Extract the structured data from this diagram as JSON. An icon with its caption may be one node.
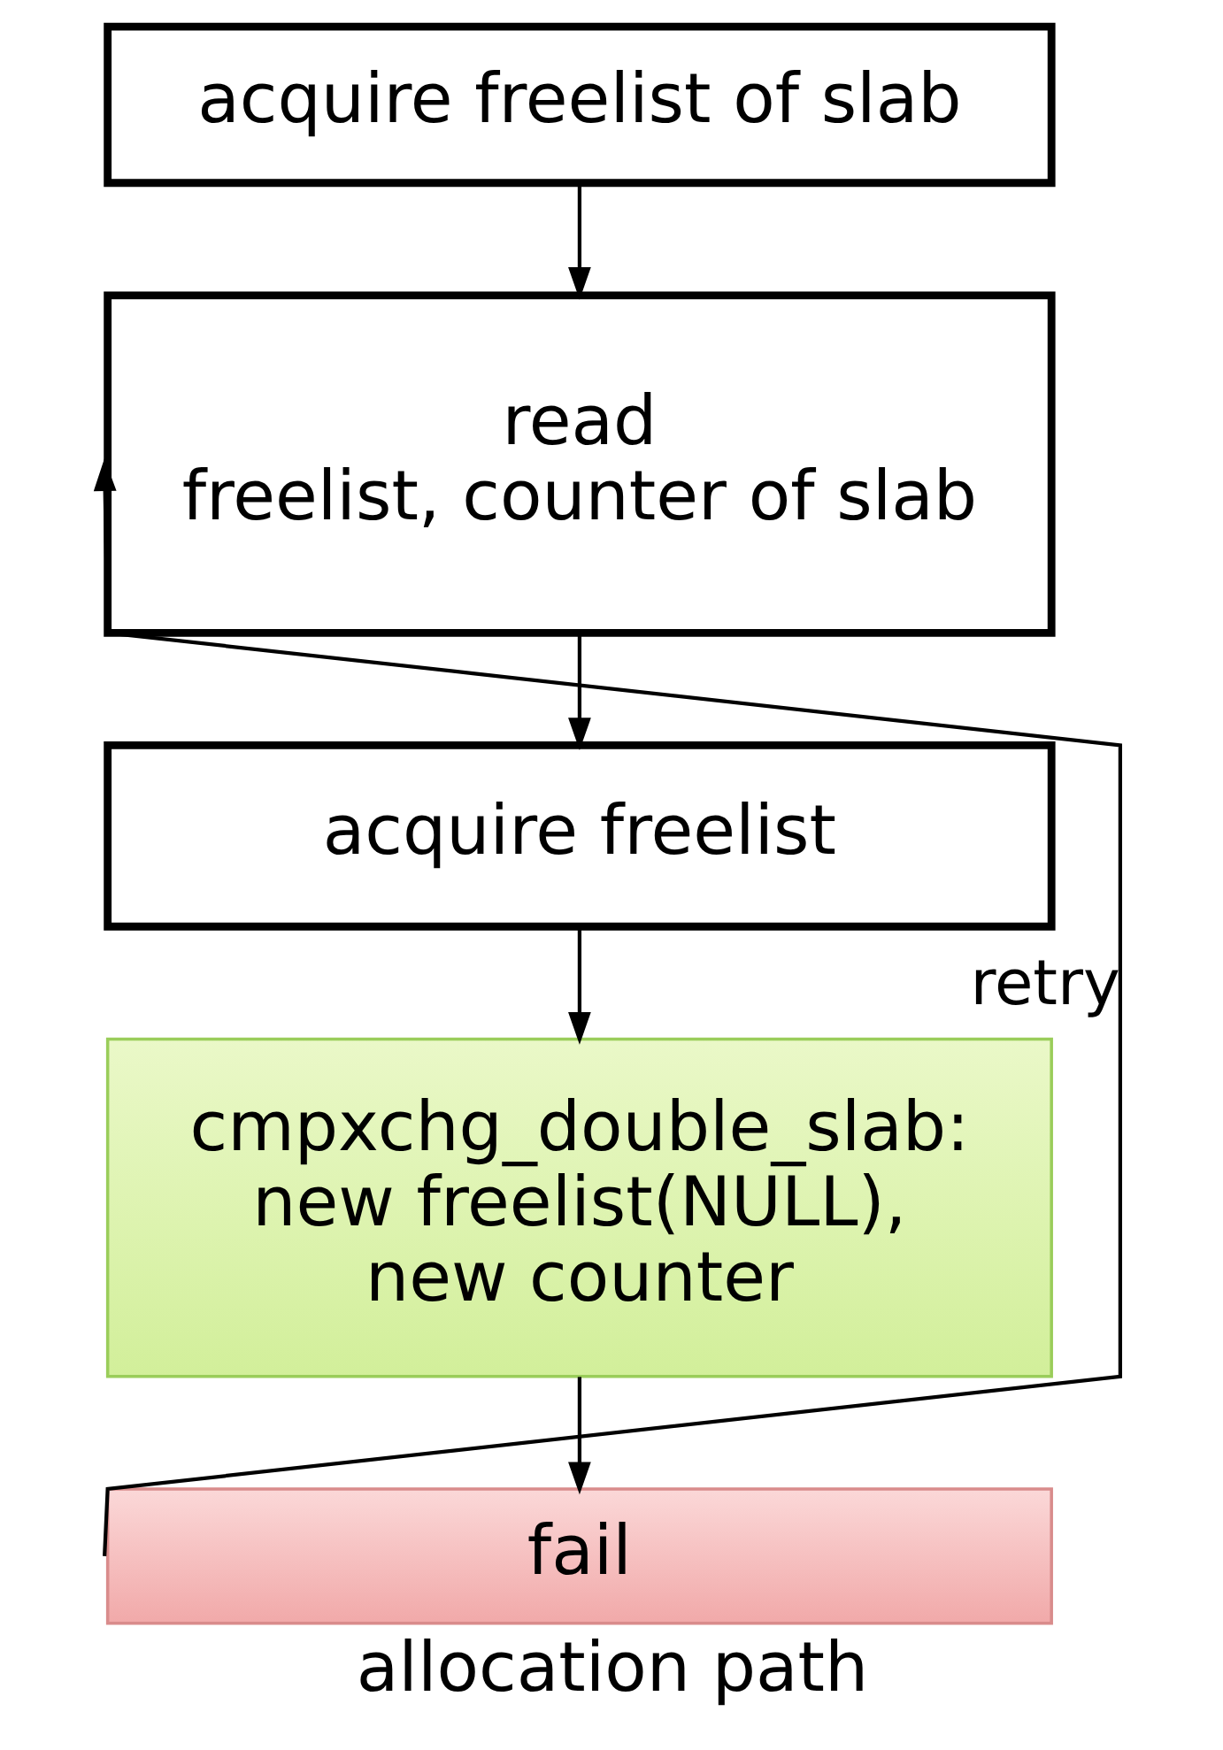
{
  "diagram": {
    "caption": "allocation path",
    "nodes": [
      {
        "text": [
          "acquire freelist of slab"
        ]
      },
      {
        "text": [
          "read freelist, counter of slab"
        ]
      },
      {
        "text": [
          "acquire freelist"
        ]
      },
      {
        "text": [
          "cmpxchg_double_slab: new freelist(NULL), new counter"
        ]
      },
      {
        "text": [
          "fail"
        ]
      }
    ],
    "edges": [
      {
        "from": 0,
        "to": 1,
        "arrow": "to"
      },
      {
        "from": 1,
        "to": 2,
        "arrow": "to"
      },
      {
        "from": 2,
        "to": 3,
        "arrow": "to"
      },
      {
        "from": 3,
        "to": 4,
        "arrow": "to"
      },
      {
        "from": 4,
        "to": 1,
        "arrow": "to",
        "label": "retry"
      }
    ]
  }
}
